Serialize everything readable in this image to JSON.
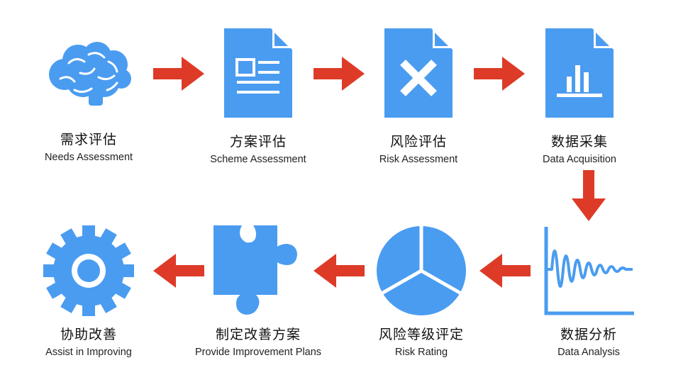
{
  "steps": [
    {
      "zh": "需求评估",
      "en": "Needs Assessment",
      "icon": "brain-icon"
    },
    {
      "zh": "方案评估",
      "en": "Scheme Assessment",
      "icon": "document-text-icon"
    },
    {
      "zh": "风险评估",
      "en": "Risk Assessment",
      "icon": "document-x-icon"
    },
    {
      "zh": "数据采集",
      "en": "Data Acquisition",
      "icon": "document-bar-chart-icon"
    },
    {
      "zh": "数据分析",
      "en": "Data Analysis",
      "icon": "damped-oscillation-chart-icon"
    },
    {
      "zh": "风险等级评定",
      "en": "Risk Rating",
      "icon": "pie-chart-icon"
    },
    {
      "zh": "制定改善方案",
      "en": "Provide Improvement Plans",
      "icon": "puzzle-piece-icon"
    },
    {
      "zh": "协助改善",
      "en": "Assist in Improving",
      "icon": "gear-icon"
    }
  ],
  "colors": {
    "icon": "#4a9cf0",
    "arrow": "#dd3b27",
    "text": "#111111"
  }
}
